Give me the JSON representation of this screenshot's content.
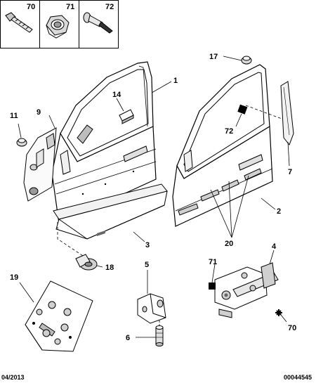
{
  "header_parts": [
    {
      "ref": "70",
      "name": "bolt-icon"
    },
    {
      "ref": "71",
      "name": "nut-icon"
    },
    {
      "ref": "72",
      "name": "clip-icon"
    }
  ],
  "callouts": {
    "c1": "1",
    "c2": "2",
    "c3": "3",
    "c4": "4",
    "c5": "5",
    "c6": "6",
    "c7": "7",
    "c9": "9",
    "c11": "11",
    "c14": "14",
    "c17": "17",
    "c18": "18",
    "c19": "19",
    "c20": "20",
    "c70": "70",
    "c71": "71",
    "c72": "72"
  },
  "footer": {
    "date": "04/2013",
    "code": "00044545"
  }
}
